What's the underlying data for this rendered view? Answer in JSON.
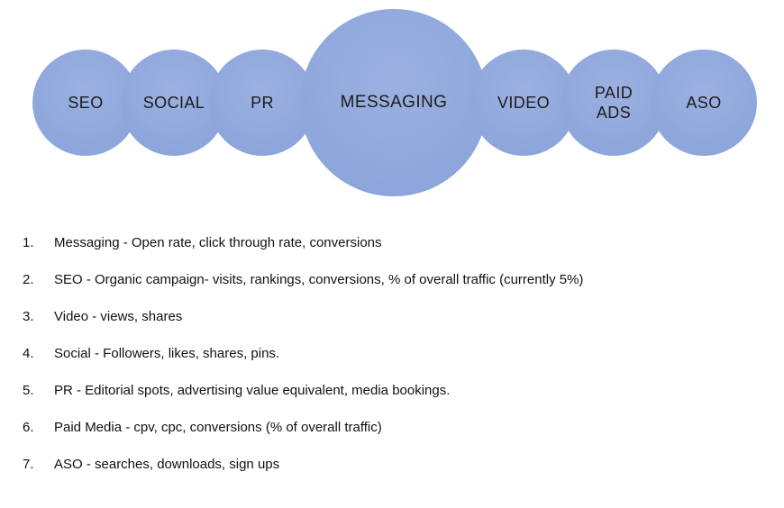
{
  "diagram": {
    "title": "marketing-channels-bubbles",
    "circle_fill_color": "#8ea7dc",
    "circles": [
      {
        "label": "SEO"
      },
      {
        "label": "SOCIAL"
      },
      {
        "label": "PR"
      },
      {
        "label": "MESSAGING"
      },
      {
        "label": "VIDEO"
      },
      {
        "label": "PAID ADS"
      },
      {
        "label": "ASO"
      }
    ]
  },
  "list": {
    "items": [
      {
        "number": "1.",
        "text": "Messaging - Open rate, click through rate, conversions"
      },
      {
        "number": "2.",
        "text": "SEO - Organic campaign- visits, rankings, conversions, % of overall traffic (currently 5%)"
      },
      {
        "number": "3.",
        "text": "Video - views, shares"
      },
      {
        "number": "4.",
        "text": "Social - Followers, likes, shares, pins."
      },
      {
        "number": "5.",
        "text": "PR - Editorial spots, advertising value equivalent, media bookings."
      },
      {
        "number": "6.",
        "text": "Paid Media - cpv, cpc, conversions (% of overall traffic)"
      },
      {
        "number": "7.",
        "text": "ASO - searches, downloads, sign ups"
      }
    ]
  }
}
